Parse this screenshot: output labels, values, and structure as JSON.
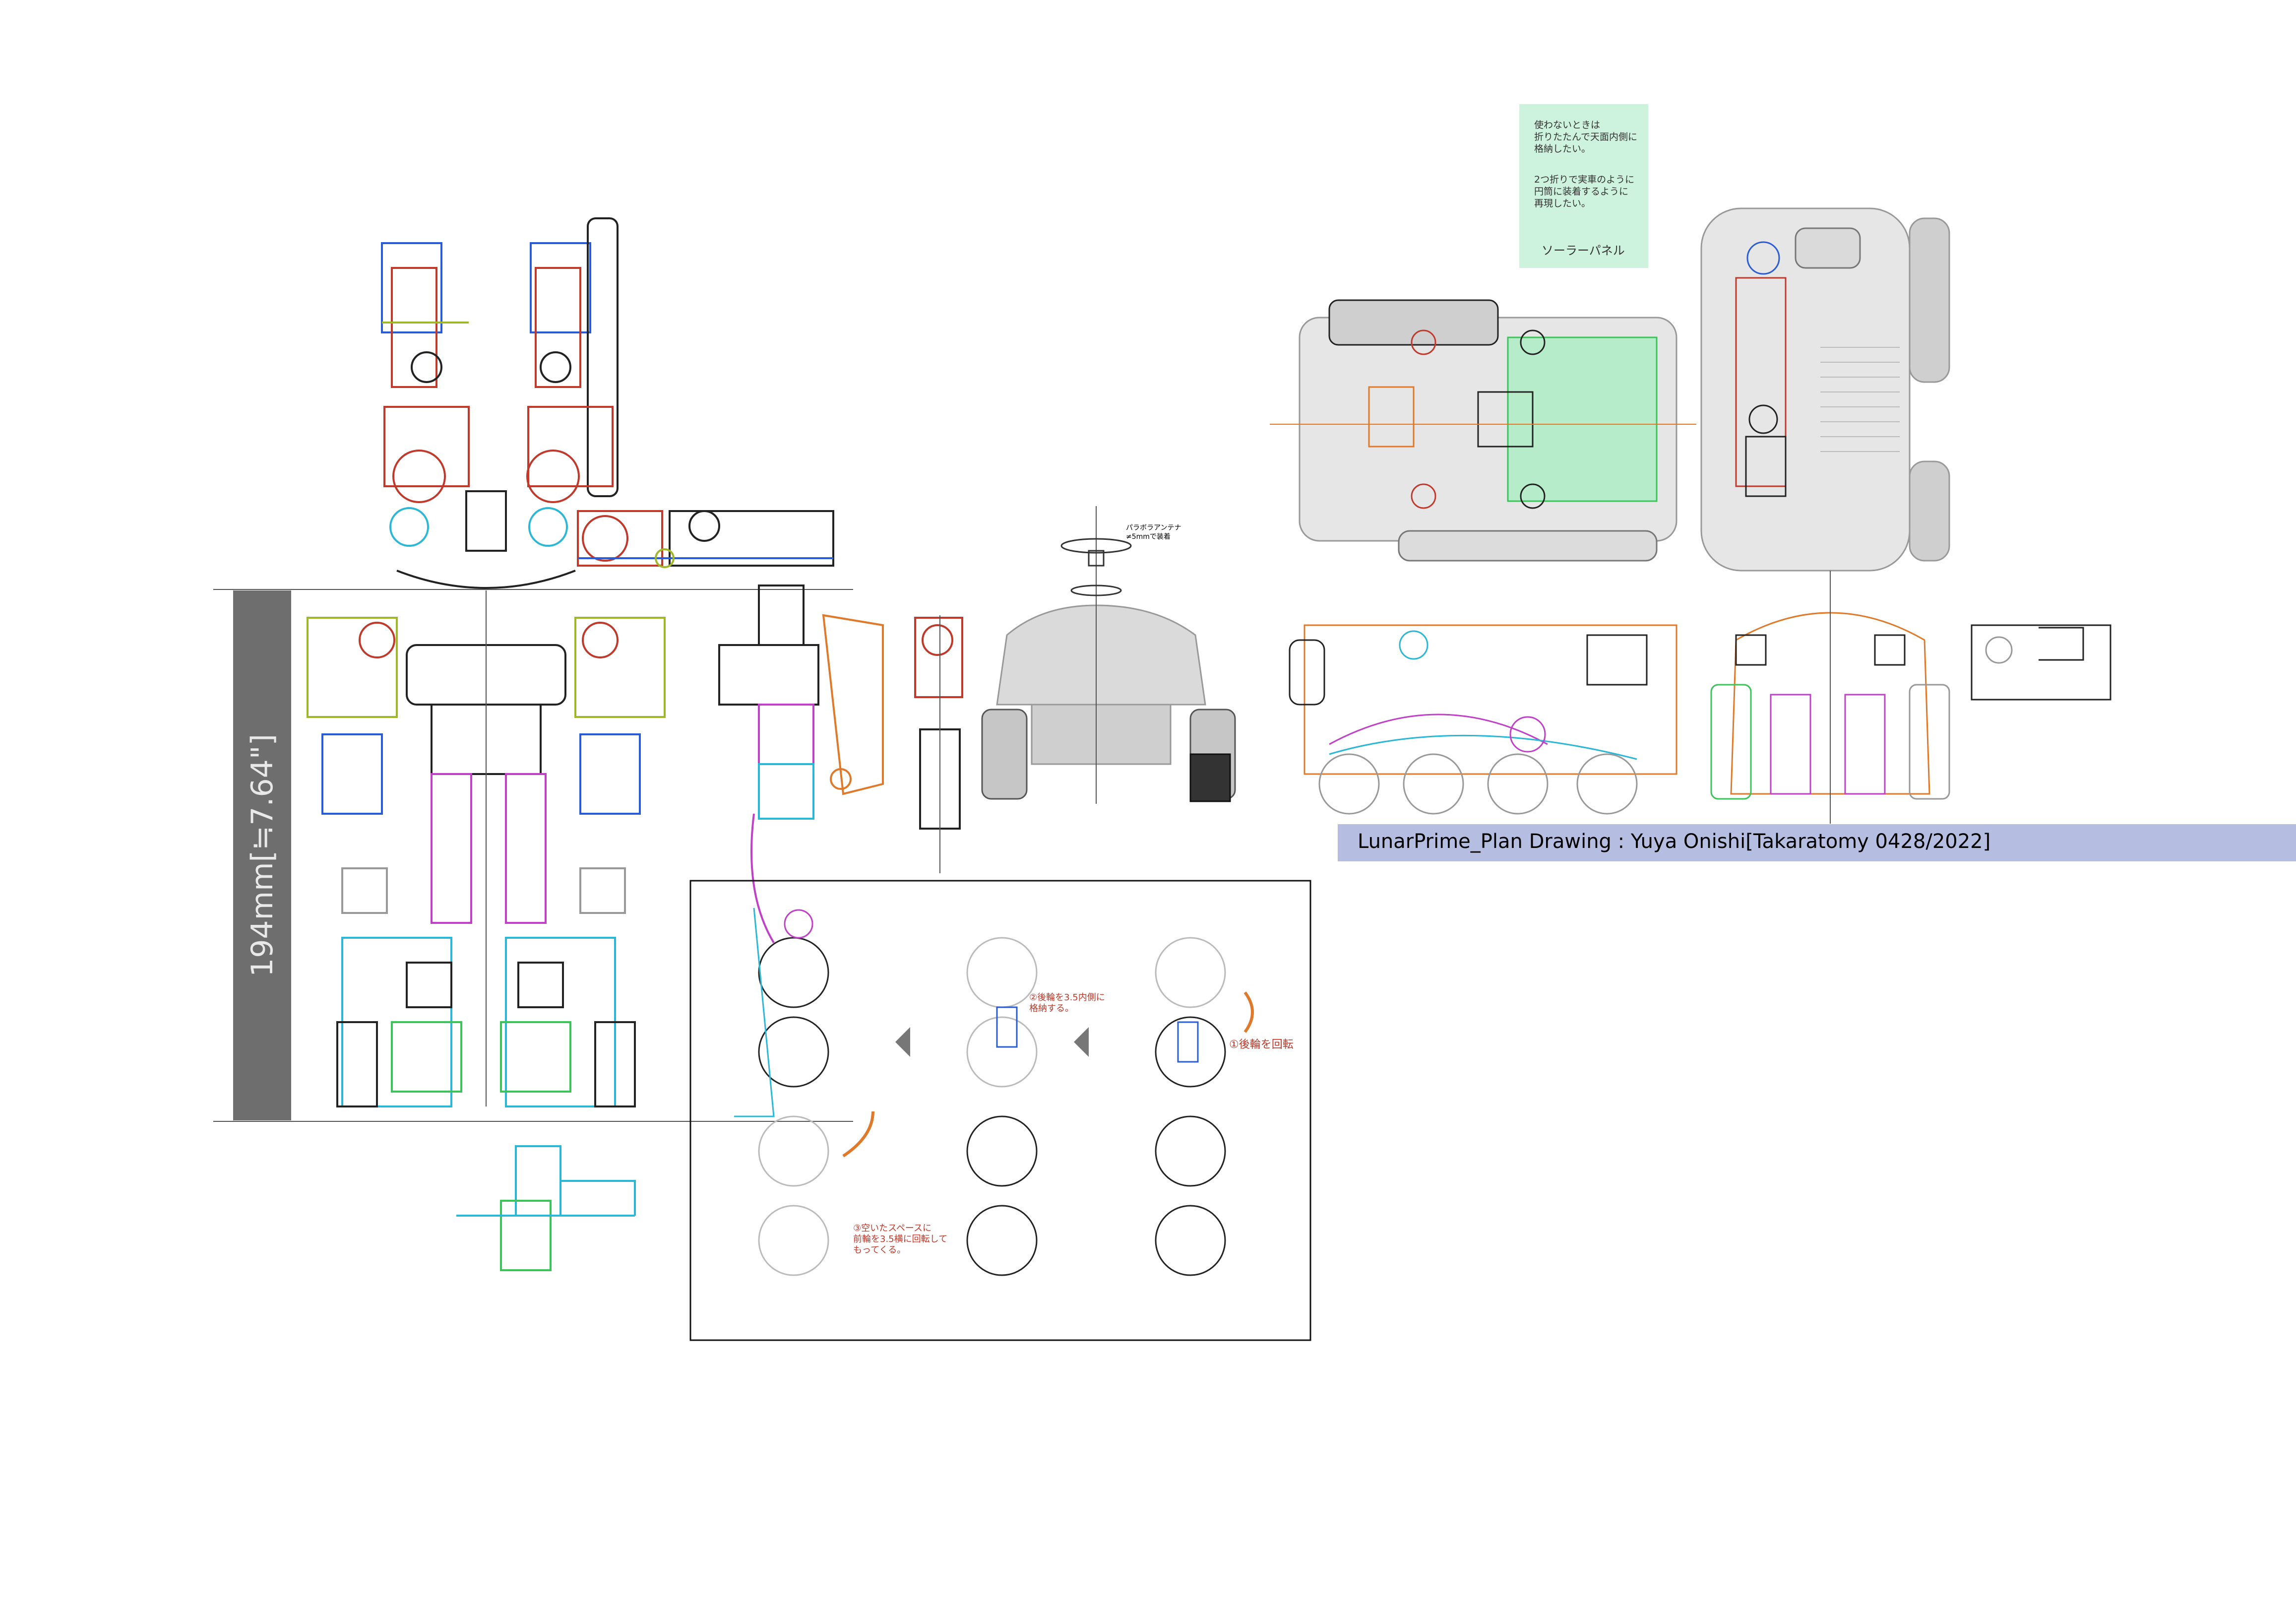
{
  "title": "LunarPrime_Plan Drawing : Yuya Onishi[Takaratomy 0428/2022]",
  "height_label": "194mm[≒7.64\"]",
  "note": {
    "line1": "使わないときは\n折りたたんで天面内側に\n格納したい。",
    "line2": "2つ折りで実車のように\n円筒に装着するように\n再現したい。",
    "label": "ソーラーパネル"
  },
  "annotations": {
    "antenna": "パラボラアンテナ\n≠5mmで装着",
    "step1": "①後輪を回転",
    "step2": "②後輪を3.5内側に\n格納する。",
    "step3": "③空いたスペースに\n前輪を3.5横に回転して\nもってくる。"
  },
  "colors": {
    "title_bar": "#b5bde0",
    "height_bar": "#6e6e6e",
    "note_bg": "#cdf2dd",
    "accent_red": "#c0392b",
    "line_cyan": "#2bb7d6",
    "line_magenta": "#c040c8",
    "line_green": "#3cc45a",
    "line_orange": "#e07a2a",
    "line_blue": "#2a5cd6",
    "line_olive": "#9fb82a"
  }
}
